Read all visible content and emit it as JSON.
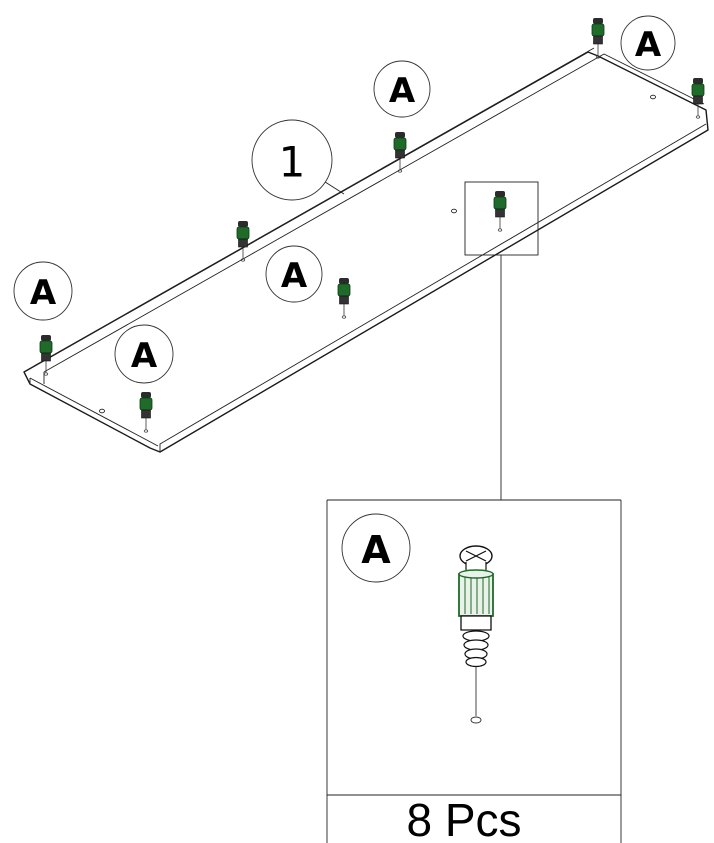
{
  "part": {
    "number": "1"
  },
  "hardware": {
    "label": "A",
    "quantity": "8 Pcs"
  },
  "colors": {
    "dowel_green": "#1f6b2a",
    "line": "#1a1a1a",
    "background": "#ffffff"
  },
  "icons": {
    "cam_dowel": "cam-dowel-icon"
  }
}
